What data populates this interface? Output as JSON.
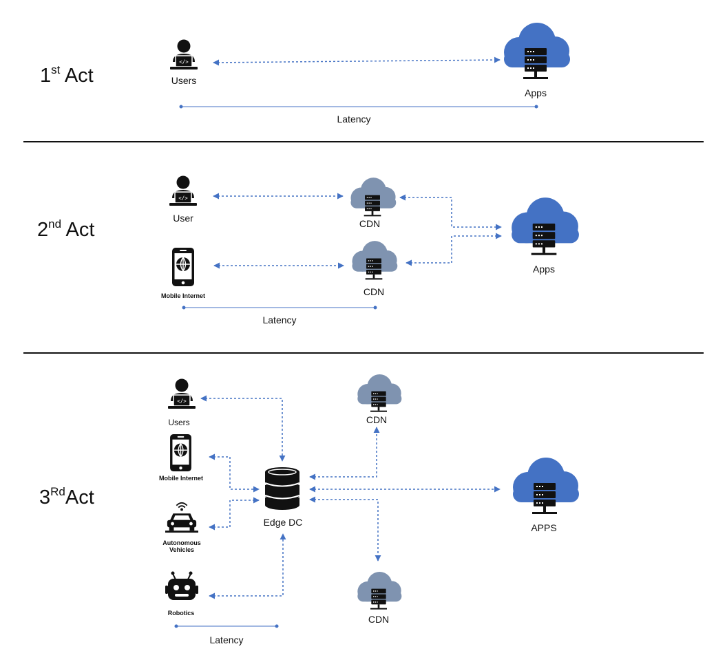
{
  "colors": {
    "cloud_blue": "#4472C4",
    "cloud_gray": "#7F93B0",
    "arrow": "#4472C4",
    "divider": "#111111",
    "icon": "#111111"
  },
  "acts": [
    {
      "number": "1",
      "suffix": "st",
      "word": " Act",
      "labels": {
        "users": "Users",
        "apps": "Apps",
        "latency": "Latency"
      }
    },
    {
      "number": "2",
      "suffix": "nd",
      "word": " Act",
      "labels": {
        "user": "User",
        "mobile": "Mobile Internet",
        "cdn_top": "CDN",
        "cdn_bottom": "CDN",
        "apps": "Apps",
        "latency": "Latency"
      }
    },
    {
      "number": "3",
      "suffix": "Rd",
      "word": "Act",
      "labels": {
        "users": "Users",
        "mobile": "Mobile Internet",
        "vehicles_1": "Autonomous",
        "vehicles_2": "Vehicles",
        "robotics": "Robotics",
        "edge": "Edge DC",
        "cdn_top": "CDN",
        "cdn_bottom": "CDN",
        "apps": "APPS",
        "latency": "Latency"
      }
    }
  ],
  "icons": [
    "user-laptop-icon",
    "cloud-server-icon",
    "mobile-globe-icon",
    "autonomous-car-icon",
    "robot-icon",
    "database-icon"
  ]
}
